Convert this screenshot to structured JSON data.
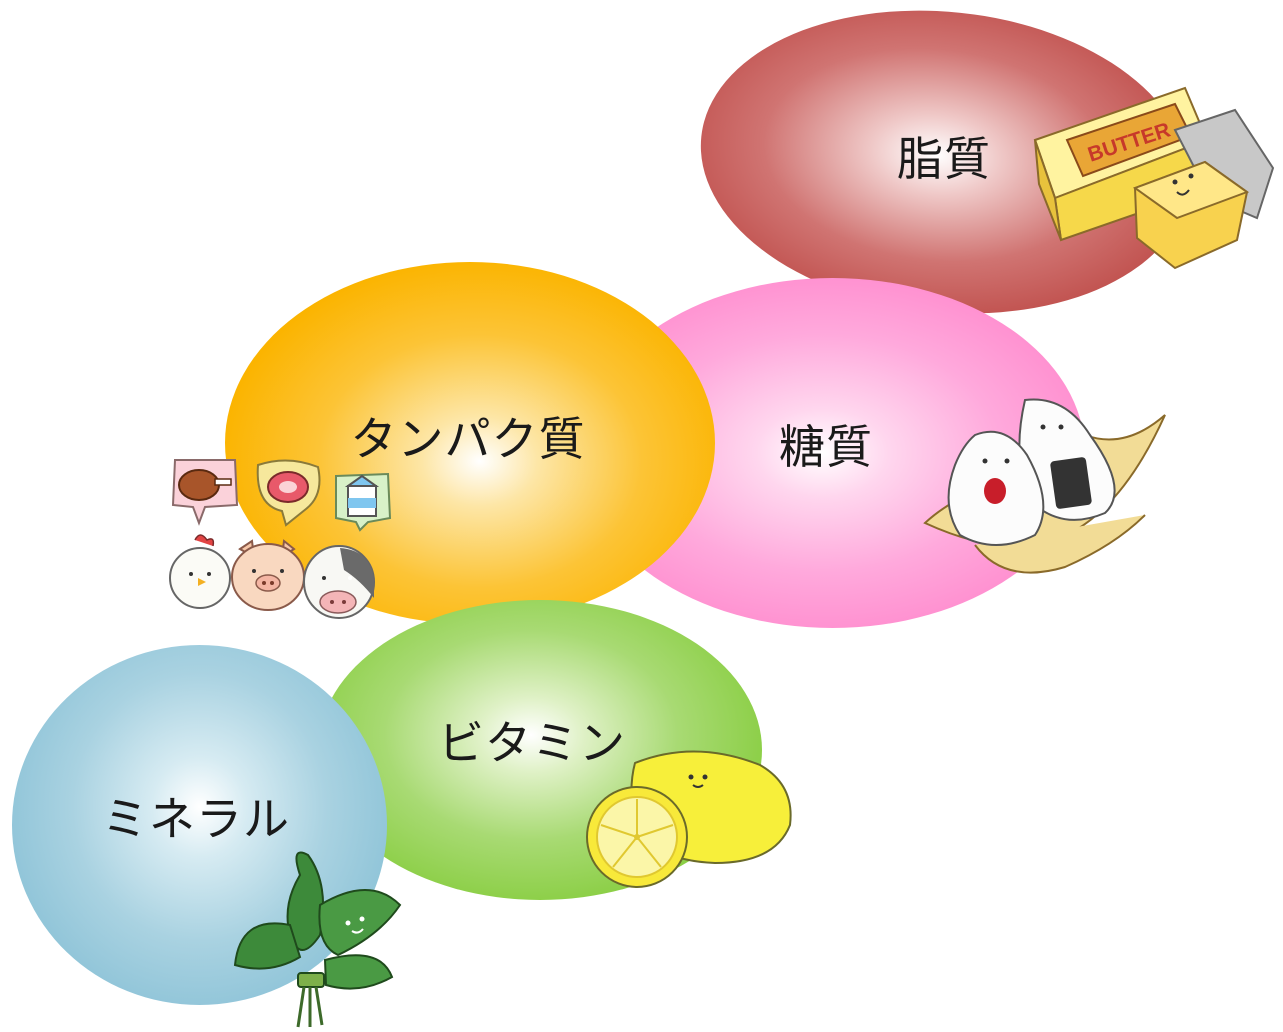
{
  "nutrients": {
    "fat": {
      "label": "脂質",
      "color": "#c0504d"
    },
    "carbohydrate": {
      "label": "糖質",
      "color": "#ff8ecf"
    },
    "protein": {
      "label": "タンパク質",
      "color": "#fbb400"
    },
    "vitamin": {
      "label": "ビタミン",
      "color": "#8ccf47"
    },
    "mineral": {
      "label": "ミネラル",
      "color": "#8fc4d8"
    }
  },
  "illustrations": {
    "butter_text": "BUTTER"
  },
  "icons": [
    "butter-icon",
    "rice-ball-icon",
    "chicken-leg-icon",
    "meat-icon",
    "milk-carton-icon",
    "chick-icon",
    "pig-icon",
    "cow-icon",
    "lemon-icon",
    "leaf-bundle-icon"
  ]
}
